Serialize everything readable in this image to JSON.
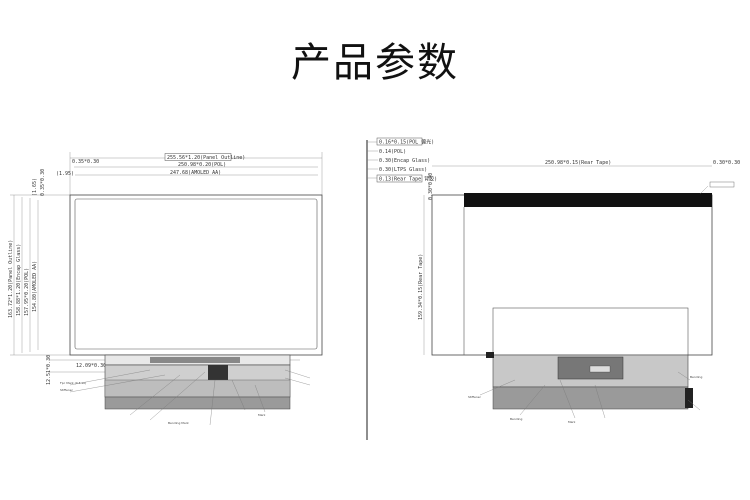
{
  "title": "产品参数",
  "front_view": {
    "dim_panel_outline": "255.56*1.20(Panel Outline)",
    "dim_pol": "250.98*0.20(POL)",
    "dim_aa": "247.68(AMOLED AA)",
    "dim_left_small": "(1.95)",
    "dim_right_small": "(1.65)",
    "dim_top_offset": "0.35*0.30",
    "dim_left_offset": "0.35*0.30",
    "vdim_panel": "163.72*1.20(Panel Outline)",
    "vdim_encap": "158.88*1.20(Encap Glass)",
    "vdim_pol": "157.95*0.20(POL)",
    "vdim_aa": "154.80(AMOLED AA)",
    "dim_bottom_a": "12.09*0.30",
    "dim_bottom_b": "12.51*0.30",
    "fpc_labels": [
      "Fpc Mark (0.5 ex)",
      "Stiffener",
      "Bending Mark",
      "Mark"
    ]
  },
  "side_view": {
    "lines": [
      "0.16*0.15(POL 偏光)",
      "0.14(POL)",
      "0.30(Encap Glass)",
      "0.30(LTPS Glass)",
      "0.13(Rear Tape 背胶)"
    ]
  },
  "back_view": {
    "dim_rear_tape": "250.98*0.15(Rear Tape)",
    "dim_corner": "0.30*0.30",
    "dim_top_offset": "0.30*0.30",
    "vdim_rear_tape": "159.34*0.15(Rear Tape)",
    "fpc_labels": [
      "Stiffener",
      "Bending",
      "Mark",
      "Bending"
    ]
  }
}
